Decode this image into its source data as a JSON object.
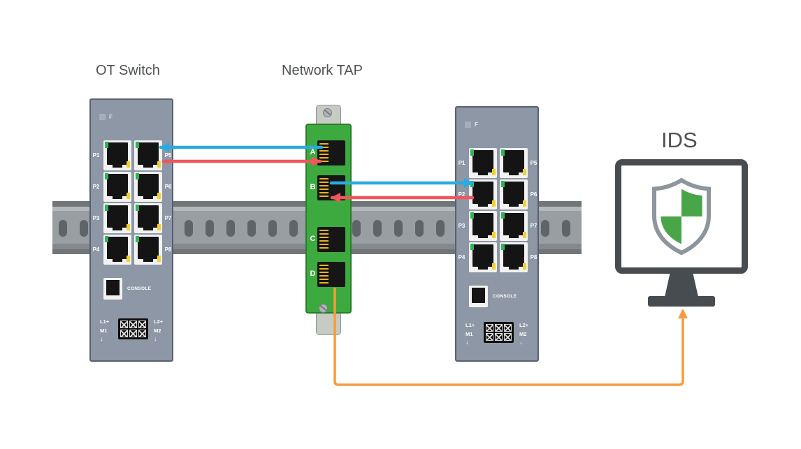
{
  "titles": {
    "ot_switch": "OT Switch",
    "network_tap": "Network TAP",
    "ids": "IDS"
  },
  "switch": {
    "f_label": "F",
    "console_label": "CONSOLE",
    "left_ports": [
      "P1",
      "P2",
      "P3",
      "P4"
    ],
    "right_ports": [
      "P5",
      "P6",
      "P7",
      "P8"
    ],
    "power": {
      "l1": "L1+",
      "m1": "M1",
      "l2": "L2+",
      "m2": "M2",
      "down": "↓"
    }
  },
  "tap": {
    "ports": [
      "A",
      "B",
      "C",
      "D"
    ]
  },
  "colors": {
    "arrow_blue": "#29abe2",
    "arrow_red": "#f0565c",
    "arrow_orange": "#f79b3c",
    "tap_green": "#3caa3e",
    "shield_green": "#48a548",
    "switch_gray": "#8d97a6",
    "monitor_dark": "#474c50",
    "led_green": "#2fb457",
    "led_yellow": "#f2d02e",
    "rail_gray": "#9aa0a4"
  }
}
